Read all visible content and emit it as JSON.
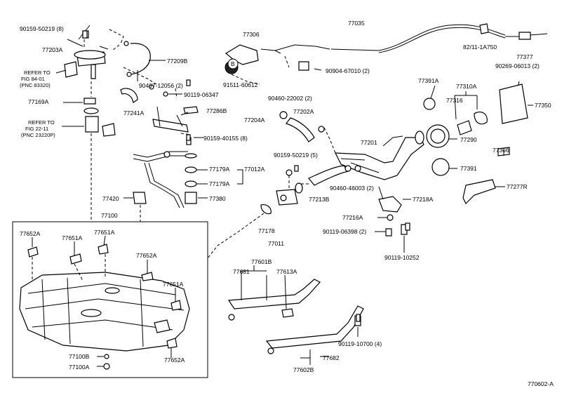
{
  "diagram_code": "770602-A",
  "labels": {
    "p90159_50219_8": "90159-50219 (8)",
    "p77203A": "77203A",
    "refer1_a": "REFER TO",
    "refer1_b": "FIG 84-01",
    "refer1_c": "(PNC 83320)",
    "p77209B": "77209B",
    "p90467": "90467-12056 (2)",
    "p90119_06347": "90119-06347",
    "p77169A": "77169A",
    "p77241A": "77241A",
    "p77286B": "77286B",
    "p77204A": "77204A",
    "refer2_a": "REFER TO",
    "refer2_b": "FIG 22-11",
    "refer2_c": "(PNC 23220P)",
    "p90159_40155": "90159-40155 (8)",
    "p77179A_1": "77179A",
    "p77012A": "77012A",
    "p77179A_2": "77179A",
    "p77420": "77420",
    "p77380": "77380",
    "p77100": "77100",
    "p77652A_1": "77652A",
    "p77651A_1": "77651A",
    "p77651A_2": "77651A",
    "p77652A_2": "77652A",
    "p77651A_3": "77651A",
    "p77100B": "77100B",
    "p77100A": "77100A",
    "p77652A_3": "77652A",
    "p77306": "77306",
    "p91511": "91511-60612",
    "circle_b": "B",
    "p77035": "77035",
    "p90904": "90904-67010 (2)",
    "p82111": "82/11-1A750",
    "p77377": "77377",
    "p90269": "90269-06013 (2)",
    "p77391A": "77391A",
    "p77310A": "77310A",
    "p77316": "77316",
    "p77350": "77350",
    "p90460_22002": "90460-22002 (2)",
    "p77202A": "77202A",
    "p77201": "77201",
    "p77290": "77290",
    "p77366": "77366",
    "p90159_50219_5": "90159-50219 (5)",
    "p77391": "77391",
    "p77213B": "77213B",
    "p90460_46003": "90460-46003 (2)",
    "p77218A": "77218A",
    "p77277R": "77277R",
    "p77216A": "77216A",
    "p77178": "77178",
    "p77011": "77011",
    "p90119_06398": "90119-06398 (2)",
    "p90119_10252": "90119-10252",
    "p77601B": "77601B",
    "p77681": "77681",
    "p77613A": "77613A",
    "p90119_10700": "90119-10700 (4)",
    "p77682": "77682",
    "p77602B": "77602B"
  }
}
